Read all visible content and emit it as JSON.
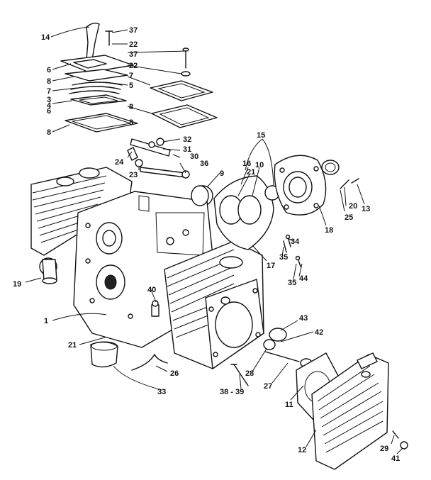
{
  "parts": [
    {
      "id": "p1",
      "text": "1"
    },
    {
      "id": "p6a",
      "text": "6"
    },
    {
      "id": "p6b",
      "text": "6"
    },
    {
      "id": "p7a",
      "text": "7"
    },
    {
      "id": "p7b",
      "text": "7"
    },
    {
      "id": "p8a",
      "text": "8"
    },
    {
      "id": "p8b",
      "text": "8"
    },
    {
      "id": "p8c",
      "text": "8"
    },
    {
      "id": "p8d",
      "text": "8"
    },
    {
      "id": "p3",
      "text": "3"
    },
    {
      "id": "p4",
      "text": "4"
    },
    {
      "id": "p5",
      "text": "5"
    },
    {
      "id": "p9",
      "text": "9"
    },
    {
      "id": "p10",
      "text": "10"
    },
    {
      "id": "p11",
      "text": "11"
    },
    {
      "id": "p12",
      "text": "12"
    },
    {
      "id": "p13",
      "text": "13"
    },
    {
      "id": "p14",
      "text": "14"
    },
    {
      "id": "p15",
      "text": "15"
    },
    {
      "id": "p16",
      "text": "16"
    },
    {
      "id": "p17",
      "text": "17"
    },
    {
      "id": "p18",
      "text": "18"
    },
    {
      "id": "p19",
      "text": "19"
    },
    {
      "id": "p20",
      "text": "20"
    },
    {
      "id": "p21a",
      "text": "21"
    },
    {
      "id": "p21b",
      "text": "21"
    },
    {
      "id": "p22a",
      "text": "22"
    },
    {
      "id": "p22b",
      "text": "22"
    },
    {
      "id": "p23",
      "text": "23"
    },
    {
      "id": "p24",
      "text": "24"
    },
    {
      "id": "p25",
      "text": "25"
    },
    {
      "id": "p26",
      "text": "26"
    },
    {
      "id": "p27",
      "text": "27"
    },
    {
      "id": "p28",
      "text": "28"
    },
    {
      "id": "p29",
      "text": "29"
    },
    {
      "id": "p30",
      "text": "30"
    },
    {
      "id": "p31",
      "text": "31"
    },
    {
      "id": "p32",
      "text": "32"
    },
    {
      "id": "p33",
      "text": "33"
    },
    {
      "id": "p34",
      "text": "34"
    },
    {
      "id": "p35a",
      "text": "35"
    },
    {
      "id": "p35b",
      "text": "35"
    },
    {
      "id": "p36",
      "text": "36"
    },
    {
      "id": "p37a",
      "text": "37"
    },
    {
      "id": "p37b",
      "text": "37"
    },
    {
      "id": "p3839",
      "text": "38 - 39"
    },
    {
      "id": "p40",
      "text": "40"
    },
    {
      "id": "p41",
      "text": "41"
    },
    {
      "id": "p42",
      "text": "42"
    },
    {
      "id": "p43",
      "text": "43"
    },
    {
      "id": "p44",
      "text": "44"
    }
  ]
}
